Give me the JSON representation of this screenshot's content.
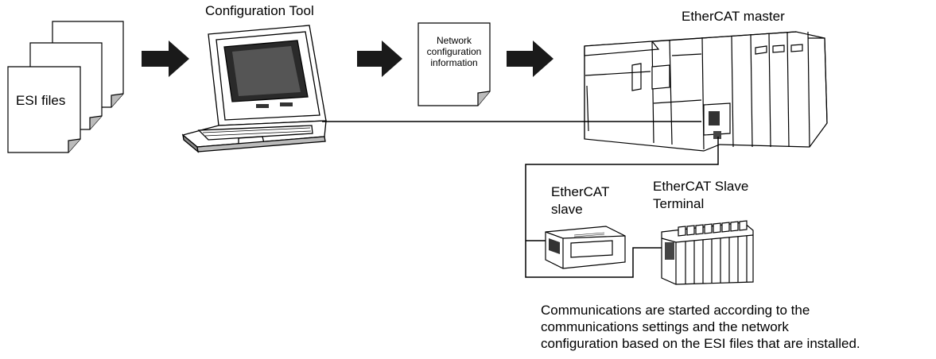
{
  "labels": {
    "esi_files": "ESI files",
    "configuration_tool": "Configuration Tool",
    "network_info_line1": "Network",
    "network_info_line2": "configuration",
    "network_info_line3": "information",
    "ethercat_master": "EtherCAT master",
    "ethercat_slave_line1": "EtherCAT",
    "ethercat_slave_line2": "slave",
    "slave_terminal_line1": "EtherCAT Slave",
    "slave_terminal_line2": "Terminal",
    "caption_line1": "Communications are started according to the",
    "caption_line2": "communications settings and the network",
    "caption_line3": "configuration based on the ESI files that are installed."
  }
}
